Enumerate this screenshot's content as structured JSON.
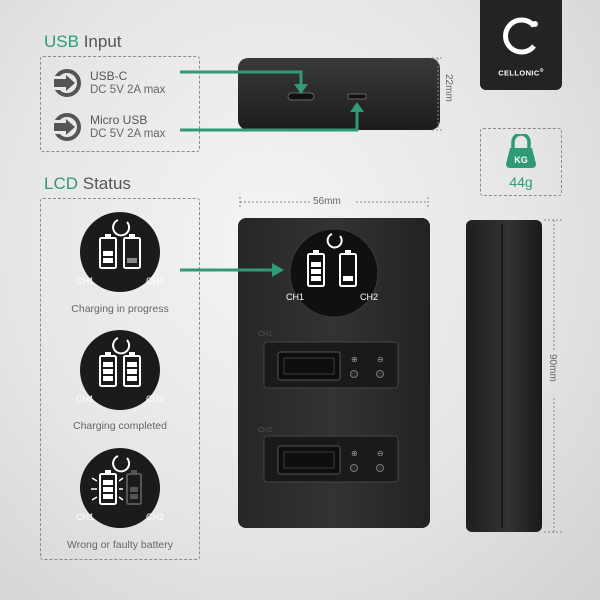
{
  "brand": {
    "name": "CELLONIC",
    "mark": "®"
  },
  "sections": {
    "usb": {
      "accent": "USB",
      "rest": " Input"
    },
    "lcd": {
      "accent": "LCD",
      "rest": " Status"
    }
  },
  "inputs": [
    {
      "label": "USB-C",
      "spec": "DC 5V 2A max"
    },
    {
      "label": "Micro USB",
      "spec": "DC 5V 2A max"
    }
  ],
  "dimensions": {
    "height": "22mm",
    "width": "56mm",
    "length": "90mm"
  },
  "weight": {
    "unit_icon": "KG",
    "value": "44g"
  },
  "channels": {
    "ch1": "CH1",
    "ch2": "CH2"
  },
  "statuses": [
    {
      "caption": "Charging in progress"
    },
    {
      "caption": "Charging completed"
    },
    {
      "caption": "Wrong or faulty battery"
    }
  ],
  "slot_labels": {
    "slot1": "CH1",
    "slot2": "CH2"
  },
  "colors": {
    "accent": "#2f9a78",
    "device": "#2a2a2a",
    "background": "#e8e8e8"
  }
}
